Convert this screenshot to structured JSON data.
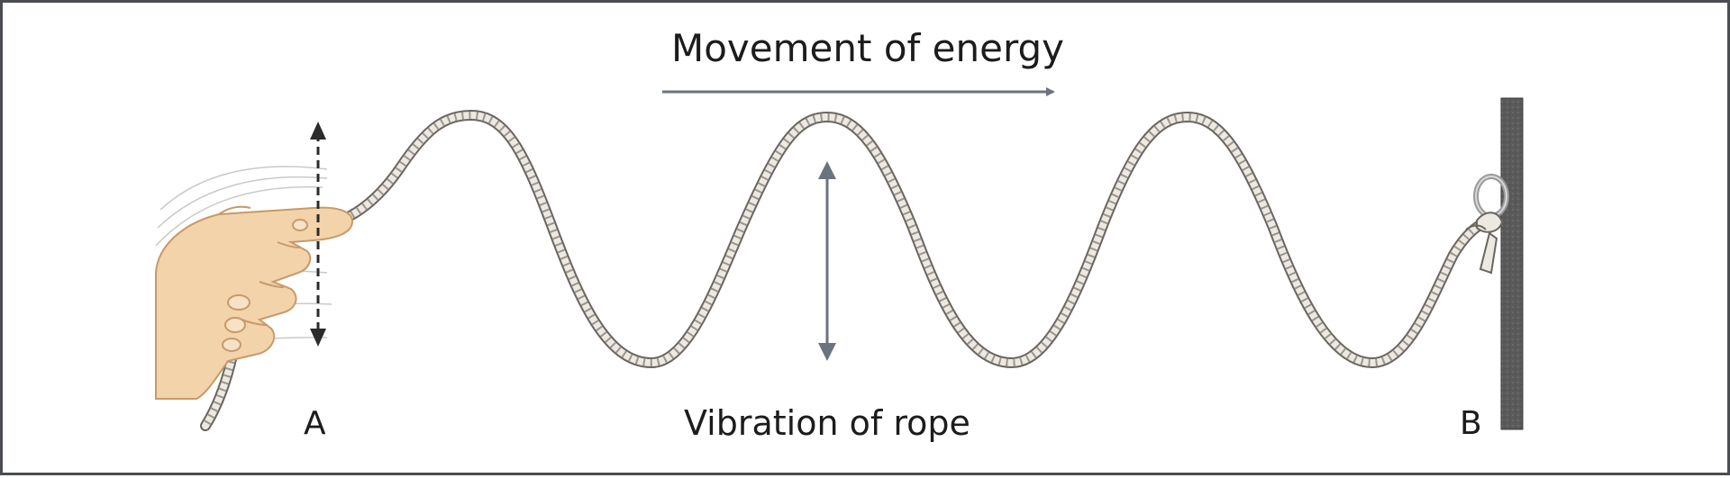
{
  "diagram": {
    "title": "Movement of energy",
    "bottom_label": "Vibration of rope",
    "point_a": "A",
    "point_b": "B",
    "colors": {
      "arrow": "#6b7280",
      "rope_outline": "#6a6560",
      "rope_fill": "#ece8e2",
      "wall": "#5a5a5a",
      "skin": "#f3d3a9",
      "skin_outline": "#c79a6a",
      "hand_arrow": "#2b2b2b",
      "frame": "#4a4d52"
    },
    "icons": [
      "hand-icon",
      "wall-icon",
      "ring-icon"
    ]
  }
}
